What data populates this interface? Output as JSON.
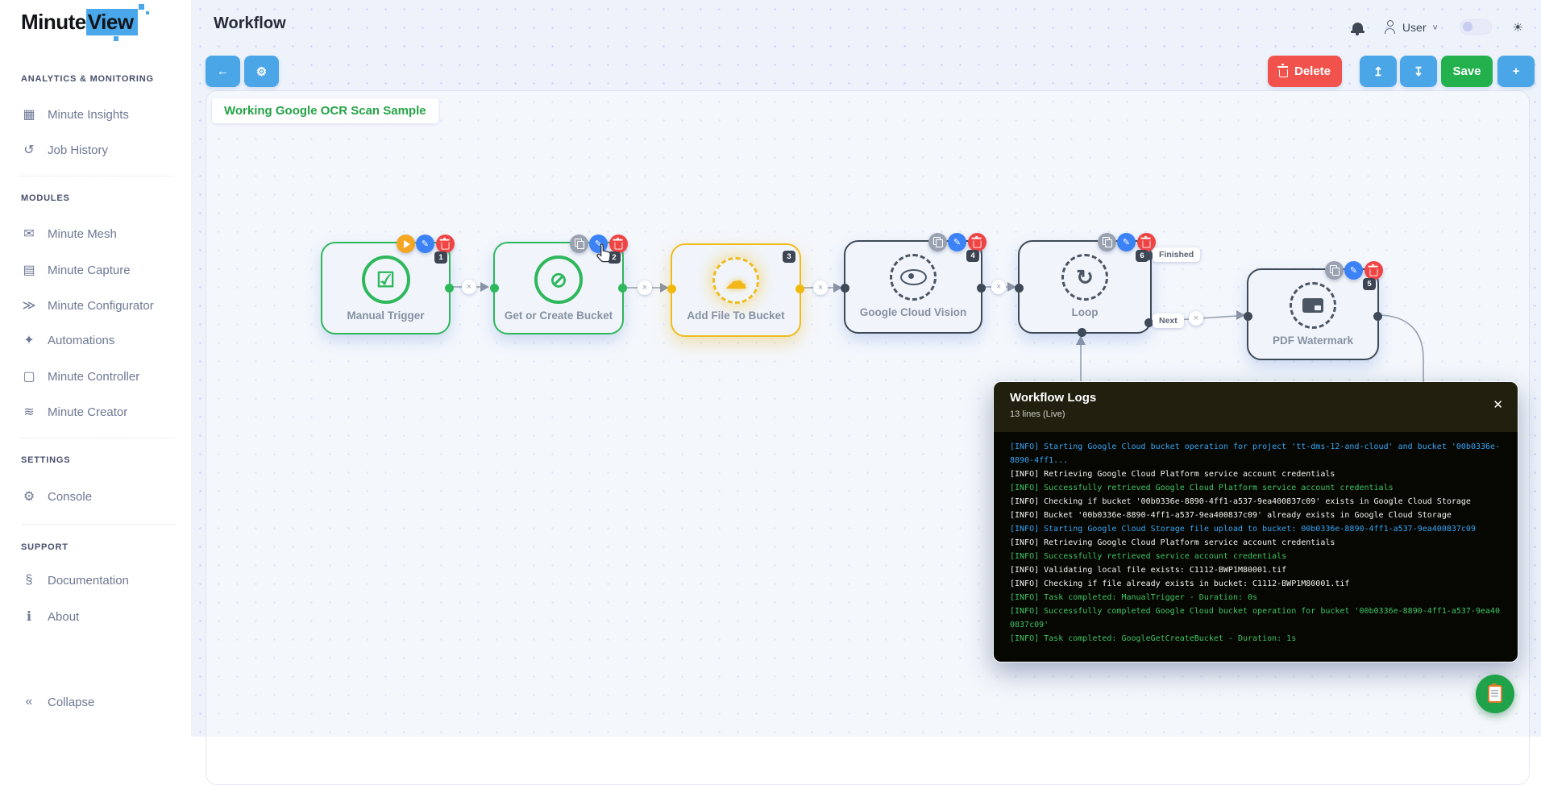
{
  "brand": {
    "name_left": "Minute",
    "name_right": "View"
  },
  "sidebar": {
    "sections": [
      {
        "label": "ANALYTICS & MONITORING",
        "items": [
          {
            "label": "Minute Insights",
            "icon": "▦"
          },
          {
            "label": "Job History",
            "icon": "↺"
          }
        ]
      },
      {
        "label": "MODULES",
        "items": [
          {
            "label": "Minute Mesh",
            "icon": "✉"
          },
          {
            "label": "Minute Capture",
            "icon": "▤"
          },
          {
            "label": "Minute Configurator",
            "icon": "≫"
          },
          {
            "label": "Automations",
            "icon": "✦"
          },
          {
            "label": "Minute Controller",
            "icon": "▢"
          },
          {
            "label": "Minute Creator",
            "icon": "≋"
          }
        ]
      },
      {
        "label": "SETTINGS",
        "items": [
          {
            "label": "Console",
            "icon": "⚙"
          }
        ]
      },
      {
        "label": "SUPPORT",
        "items": [
          {
            "label": "Documentation",
            "icon": "§"
          },
          {
            "label": "About",
            "icon": "ℹ"
          }
        ]
      }
    ],
    "collapse": {
      "label": "Collapse",
      "icon": "«"
    }
  },
  "header": {
    "title": "Workflow",
    "user_label": "User"
  },
  "toolbar": {
    "delete_label": "Delete",
    "save_label": "Save"
  },
  "workflow": {
    "title": "Working Google OCR Scan Sample",
    "nodes": [
      {
        "label": "Manual Trigger",
        "badge": "1",
        "glyph": "☑",
        "status_color": "#2eb85c"
      },
      {
        "label": "Get or Create Bucket",
        "badge": "2",
        "glyph": "⊘",
        "status_color": "#2eb85c"
      },
      {
        "label": "Add File To Bucket",
        "badge": "3",
        "glyph": "☁",
        "status_color": "#eebc1d"
      },
      {
        "label": "Google Cloud Vision",
        "badge": "4",
        "glyph": "",
        "status_color": "#3f4a58"
      },
      {
        "label": "Loop",
        "badge": "6",
        "glyph": "↻",
        "status_color": "#3f4a58"
      },
      {
        "label": "PDF Watermark",
        "badge": "5",
        "glyph": "",
        "status_color": "#3f4a58"
      }
    ],
    "edge_labels": {
      "finished": "Finished",
      "next": "Next"
    }
  },
  "logs": {
    "title": "Workflow Logs",
    "subtitle": "13 lines (Live)",
    "lines": [
      {
        "text": "[INFO] Starting Google Cloud bucket operation for project 'tt-dms-12-and-cloud' and bucket '00b0336e-8890-4ff1...",
        "color": "#36a3f7"
      },
      {
        "text": "[INFO] Retrieving Google Cloud Platform service account credentials",
        "color": "#f2f2f2"
      },
      {
        "text": "[INFO] Successfully retrieved Google Cloud Platform service account credentials",
        "color": "#3fc367"
      },
      {
        "text": "[INFO] Checking if bucket '00b0336e-8890-4ff1-a537-9ea400837c09' exists in Google Cloud Storage",
        "color": "#f2f2f2"
      },
      {
        "text": "[INFO] Bucket '00b0336e-8890-4ff1-a537-9ea400837c09' already exists in Google Cloud Storage",
        "color": "#f2f2f2"
      },
      {
        "text": "[INFO] Starting Google Cloud Storage file upload to bucket: 00b0336e-8890-4ff1-a537-9ea400837c09",
        "color": "#36a3f7"
      },
      {
        "text": "[INFO] Retrieving Google Cloud Platform service account credentials",
        "color": "#f2f2f2"
      },
      {
        "text": "[INFO] Successfully retrieved service account credentials",
        "color": "#3fc367"
      },
      {
        "text": "[INFO] Validating local file exists: C1112-BWP1M80001.tif",
        "color": "#f2f2f2"
      },
      {
        "text": "[INFO] Checking if file already exists in bucket: C1112-BWP1M80001.tif",
        "color": "#f2f2f2"
      },
      {
        "text": "[INFO] Task completed: ManualTrigger - Duration: 0s",
        "color": "#3fc367"
      },
      {
        "text": "[INFO] Successfully completed Google Cloud bucket operation for bucket '00b0336e-8890-4ff1-a537-9ea400837c09'",
        "color": "#3fc367"
      },
      {
        "text": "[INFO] Task completed: GoogleGetCreateBucket - Duration: 1s",
        "color": "#3fc367"
      }
    ]
  },
  "icons": {
    "back": "←",
    "gear": "⚙",
    "upload": "↥",
    "download": "↧",
    "plus": "+",
    "sun": "☀",
    "chevron_down": "∨",
    "close": "✕",
    "edge_x": "×"
  },
  "colors": {
    "accent_blue": "#4ba6e8",
    "danger_red": "#f1524c",
    "success_green": "#23b14d",
    "node_green": "#2eb85c",
    "node_yellow": "#eebc1d",
    "node_gray": "#3f4a58"
  }
}
